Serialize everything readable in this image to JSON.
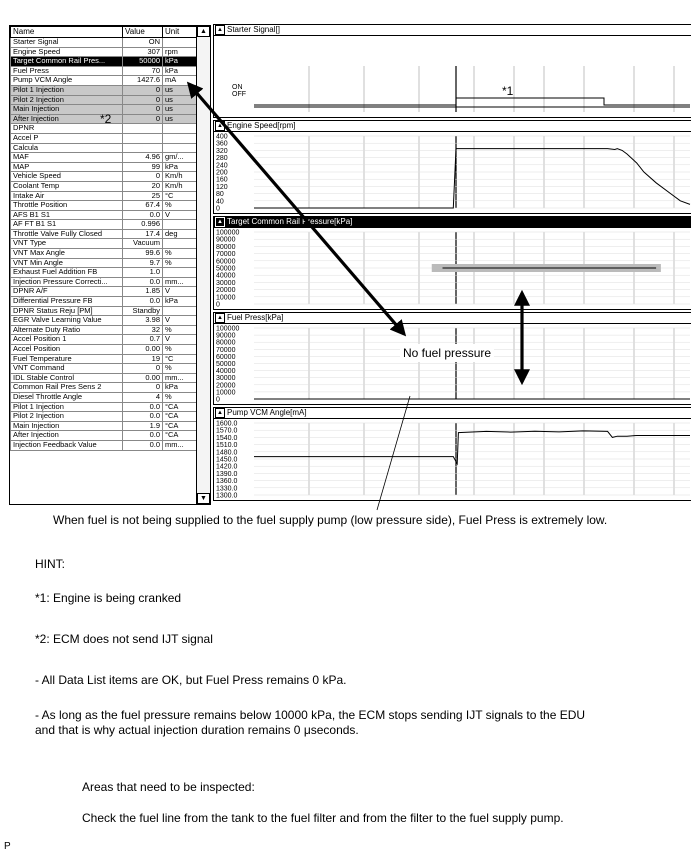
{
  "table": {
    "headers": [
      "Name",
      "Value",
      "Unit"
    ],
    "rows": [
      [
        "Starter Signal",
        "ON",
        ""
      ],
      [
        "Engine Speed",
        "307",
        "rpm"
      ],
      [
        "Target Common Rail Pres...",
        "50000",
        "kPa"
      ],
      [
        "Fuel Press",
        "70",
        "kPa"
      ],
      [
        "Pump VCM Angle",
        "1427.6",
        "mA"
      ],
      [
        "Pilot 1 Injection",
        "0",
        "us"
      ],
      [
        "Pilot 2 Injection",
        "0",
        "us"
      ],
      [
        "Main Injection",
        "0",
        "us"
      ],
      [
        "After Injection",
        "0",
        "us"
      ],
      [
        "DPNR",
        "",
        ""
      ],
      [
        "Accel P",
        "",
        ""
      ],
      [
        "Calcula",
        "",
        ""
      ],
      [
        "MAF",
        "4.96",
        "gm/..."
      ],
      [
        "MAP",
        "99",
        "kPa"
      ],
      [
        "Vehicle Speed",
        "0",
        "Km/h"
      ],
      [
        "Coolant Temp",
        "20",
        "Km/h"
      ],
      [
        "Intake Air",
        "25",
        "°C"
      ],
      [
        "Throttle Position",
        "67.4",
        "%"
      ],
      [
        "AFS B1 S1",
        "0.0",
        "V"
      ],
      [
        "AF FT B1 S1",
        "0.996",
        ""
      ],
      [
        "Throttle Valve Fully Closed",
        "17.4",
        "deg"
      ],
      [
        "VNT Type",
        "Vacuum",
        ""
      ],
      [
        "VNT Max Angle",
        "99.6",
        "%"
      ],
      [
        "VNT Min Angle",
        "9.7",
        "%"
      ],
      [
        "Exhaust Fuel Addition FB",
        "1.0",
        ""
      ],
      [
        "Injection Pressure Correcti...",
        "0.0",
        "mm..."
      ],
      [
        "DPNR A/F",
        "1.85",
        "V"
      ],
      [
        "Differential Pressure FB",
        "0.0",
        "kPa"
      ],
      [
        "DPNR Status Reju [PM]",
        "Standby",
        ""
      ],
      [
        "EGR Valve Learning Value",
        "3.98",
        "V"
      ],
      [
        "Alternate Duty Ratio",
        "32",
        "%"
      ],
      [
        "Accel Position 1",
        "0.7",
        "V"
      ],
      [
        "Accel Position",
        "0.00",
        "%"
      ],
      [
        "Fuel Temperature",
        "19",
        "°C"
      ],
      [
        "VNT Command",
        "0",
        "%"
      ],
      [
        "IDL Stable Control",
        "0.00",
        "mm..."
      ],
      [
        "Common Rail Pres Sens 2",
        "0",
        "kPa"
      ],
      [
        "Diesel Throttle Angle",
        "4",
        "%"
      ],
      [
        "Pilot 1 Injection",
        "0.0",
        "°CA"
      ],
      [
        "Pilot 2 Injection",
        "0.0",
        "°CA"
      ],
      [
        "Main Injection",
        "1.9",
        "°CA"
      ],
      [
        "After Injection",
        "0.0",
        "°CA"
      ],
      [
        "Injection Feedback Value",
        "0.0",
        "mm..."
      ]
    ],
    "selected_row": 2,
    "gray_rows": [
      5,
      6,
      7,
      8
    ],
    "scroll_up": "▲",
    "scroll_down": "▼"
  },
  "graphs": [
    {
      "title": "Starter Signal[]",
      "dark": false,
      "yticks": [
        "ON",
        "OFF"
      ]
    },
    {
      "title": "Engine Speed[rpm]",
      "dark": false,
      "yticks": [
        "400",
        "360",
        "320",
        "280",
        "240",
        "200",
        "160",
        "120",
        "80",
        "40",
        "0"
      ],
      "ymin": 0,
      "ymax": 400,
      "series": [
        [
          0,
          0
        ],
        [
          0.37,
          0
        ],
        [
          0.375,
          330
        ],
        [
          1.0,
          330
        ],
        [
          1.03,
          325
        ],
        [
          1.04,
          330
        ],
        [
          1.06,
          320
        ],
        [
          1.08,
          300
        ],
        [
          1.12,
          250
        ],
        [
          1.15,
          200
        ],
        [
          1.2,
          140
        ],
        [
          1.26,
          80
        ],
        [
          1.3,
          40
        ],
        [
          1.34,
          20
        ]
      ]
    },
    {
      "title": "Target Common Rail Pressure[kPa]",
      "dark": true,
      "yticks": [
        "100000",
        "90000",
        "80000",
        "70000",
        "60000",
        "50000",
        "40000",
        "30000",
        "20000",
        "10000",
        "0"
      ],
      "ymin": 0,
      "ymax": 100000,
      "series": [
        [
          0.35,
          50000
        ],
        [
          0.6,
          50000
        ],
        [
          1.0,
          50000
        ],
        [
          1.2,
          50000
        ]
      ]
    },
    {
      "title": "Fuel Press[kPa]",
      "dark": false,
      "yticks": [
        "100000",
        "90000",
        "80000",
        "70000",
        "60000",
        "50000",
        "40000",
        "30000",
        "20000",
        "10000",
        "0"
      ],
      "ymin": 0,
      "ymax": 100000,
      "series": [
        [
          0,
          0
        ],
        [
          1.34,
          0
        ]
      ]
    },
    {
      "title": "Pump VCM Angle[mA]",
      "dark": false,
      "yticks": [
        "1600.0",
        "1570.0",
        "1540.0",
        "1510.0",
        "1480.0",
        "1450.0",
        "1420.0",
        "1390.0",
        "1360.0",
        "1330.0",
        "1300.0"
      ],
      "ymin": 1300,
      "ymax": 1600,
      "series": [
        [
          0,
          1460
        ],
        [
          0.37,
          1460
        ],
        [
          0.38,
          1430
        ],
        [
          0.385,
          1560
        ],
        [
          0.5,
          1565
        ],
        [
          0.6,
          1562
        ],
        [
          0.7,
          1566
        ],
        [
          0.8,
          1563
        ],
        [
          0.9,
          1567
        ],
        [
          1.0,
          1565
        ],
        [
          1.02,
          1540
        ],
        [
          1.04,
          1545
        ],
        [
          1.08,
          1545
        ],
        [
          1.12,
          1548
        ],
        [
          1.34,
          1548
        ]
      ]
    }
  ],
  "markers": {
    "star1": "*1",
    "star2": "*2"
  },
  "callout": "No fuel pressure",
  "caption": "When fuel is not being supplied to the fuel supply pump (low pressure side), Fuel Press is extremely low.",
  "hint_title": "HINT:",
  "hint1": "*1: Engine is being cranked",
  "hint2": "*2: ECM does not send IJT signal",
  "note1": "- All Data List items are OK, but Fuel Press remains 0 kPa.",
  "note2a": "- As long as the fuel pressure remains below 10000 kPa, the ECM stops sending IJT signals to the EDU",
  "note2b": "and that is why actual injection duration remains 0 μseconds.",
  "areas_title": "Areas that need to be inspected:",
  "areas_text": "Check the fuel line from the tank to the fuel filter and from the filter to the fuel supply pump.",
  "footer_p": "P"
}
